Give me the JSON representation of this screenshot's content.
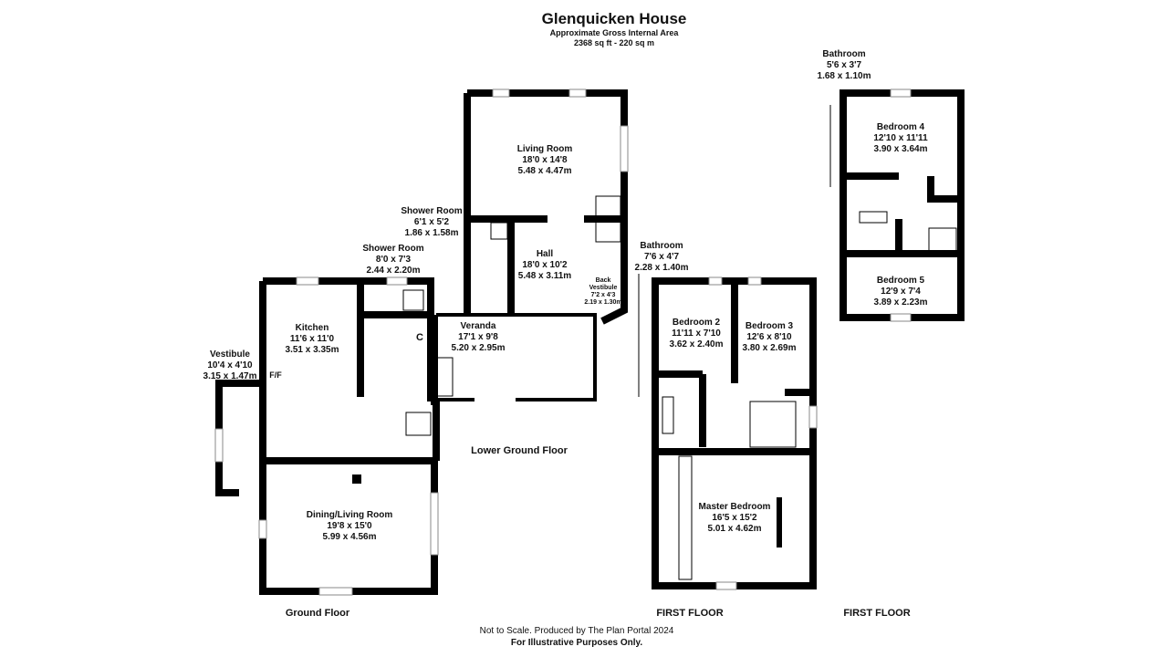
{
  "header": {
    "title": "Glenquicken House",
    "subtitle": "Approximate Gross Internal Area",
    "area": "2368 sq ft - 220 sq m"
  },
  "rooms": {
    "living_room": {
      "name": "Living Room",
      "imperial": "18'0 x 14'8",
      "metric": "5.48 x 4.47m"
    },
    "shower_room_1": {
      "name": "Shower Room",
      "imperial": "6'1 x 5'2",
      "metric": "1.86 x 1.58m"
    },
    "shower_room_2": {
      "name": "Shower Room",
      "imperial": "8'0 x 7'3",
      "metric": "2.44 x 2.20m"
    },
    "hall": {
      "name": "Hall",
      "imperial": "18'0 x 10'2",
      "metric": "5.48 x 3.11m"
    },
    "back_vestibule": {
      "name1": "Back",
      "name2": "Vestibule",
      "imperial": "7'2 x 4'3",
      "metric": "2.19 x 1.30m"
    },
    "veranda": {
      "name": "Veranda",
      "imperial": "17'1 x 9'8",
      "metric": "5.20 x 2.95m"
    },
    "kitchen": {
      "name": "Kitchen",
      "imperial": "11'6 x 11'0",
      "metric": "3.51 x 3.35m"
    },
    "vestibule": {
      "name": "Vestibule",
      "imperial": "10'4 x 4'10",
      "metric": "3.15 x 1.47m"
    },
    "dining": {
      "name": "Dining/Living Room",
      "imperial": "19'8 x 15'0",
      "metric": "5.99 x 4.56m"
    },
    "bathroom_1": {
      "name": "Bathroom",
      "imperial": "7'6 x 4'7",
      "metric": "2.28 x 1.40m"
    },
    "bedroom_2": {
      "name": "Bedroom 2",
      "imperial": "11'11 x 7'10",
      "metric": "3.62 x 2.40m"
    },
    "bedroom_3": {
      "name": "Bedroom 3",
      "imperial": "12'6 x 8'10",
      "metric": "3.80 x 2.69m"
    },
    "master": {
      "name": "Master Bedroom",
      "imperial": "16'5 x 15'2",
      "metric": "5.01 x 4.62m"
    },
    "bathroom_2": {
      "name": "Bathroom",
      "imperial": "5'6 x 3'7",
      "metric": "1.68 x 1.10m"
    },
    "bedroom_4": {
      "name": "Bedroom  4",
      "imperial": "12'10 x 11'11",
      "metric": "3.90 x 3.64m"
    },
    "bedroom_5": {
      "name": "Bedroom 5",
      "imperial": "12'9 x 7'4",
      "metric": "3.89 x 2.23m"
    }
  },
  "marks": {
    "cupboard": "C",
    "fridge_freezer": "F/F"
  },
  "floors": {
    "lower_ground": "Lower Ground Floor",
    "ground": "Ground Floor",
    "first_a": "FIRST FLOOR",
    "first_b": "FIRST FLOOR"
  },
  "footer": {
    "note": "Not to Scale. Produced by The Plan Portal 2024",
    "illustrative": "For Illustrative Purposes Only."
  }
}
